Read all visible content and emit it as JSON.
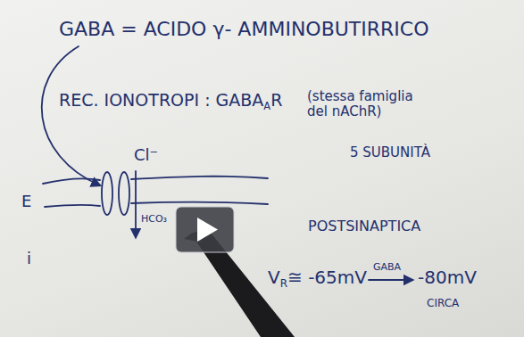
{
  "diagram": {
    "labels": [
      "GABA = ACIDO γ- AMMINOBUTIRRICO",
      "REC. IONOTROPI : GABA",
      "A",
      "R",
      "(stessa famiglia del nAChR)",
      "5 SUBUNITÀ",
      "Cl⁻",
      "E",
      "HCO₃",
      "i",
      "POSTSINAPTICA",
      "V",
      "R",
      "≅ -65mV",
      "GABA",
      "-80mV",
      "CIRCA"
    ]
  }
}
